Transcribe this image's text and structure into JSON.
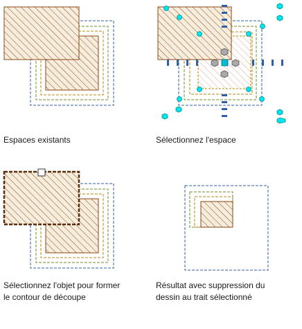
{
  "captions": {
    "existing": "Espaces existants",
    "select_space": "Sélectionnez l'espace",
    "select_object": "Sélectionnez l'objet pour former\nle contour de découpe",
    "result": "Résultat avec suppression du\ndessin au trait sélectionné"
  },
  "colors": {
    "hatch": "#8b4513",
    "fill": "#f6eddc",
    "outer_boundary": "#2f5fa8",
    "green_boundary": "#6b8e23",
    "yellow_boundary": "#b8860b",
    "grip": "#00e5ee",
    "grip_center": "#00bcd4",
    "grip_gray": "#a9a9a9"
  },
  "icons": {
    "selection_box": "square-pickbox"
  }
}
